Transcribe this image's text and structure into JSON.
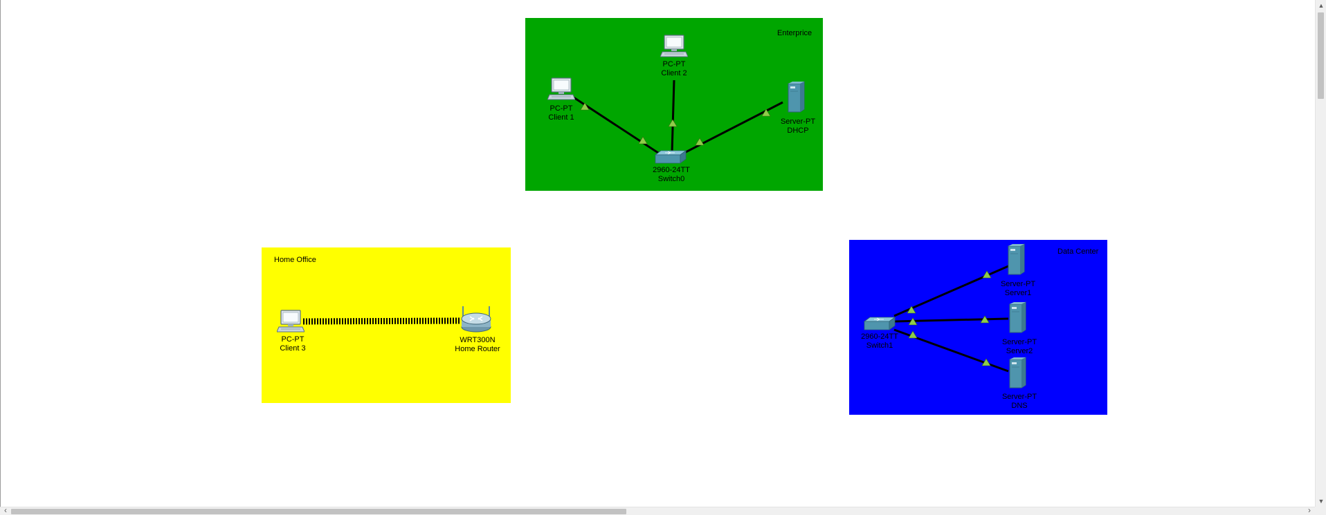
{
  "clusters": {
    "enterprise": {
      "title": "Enterprice",
      "color": "#00a600",
      "devices": {
        "client1": {
          "model": "PC-PT",
          "name": "Client 1"
        },
        "client2": {
          "model": "PC-PT",
          "name": "Client 2"
        },
        "dhcp": {
          "model": "Server-PT",
          "name": "DHCP"
        },
        "switch0": {
          "model": "2960-24TT",
          "name": "Switch0"
        }
      }
    },
    "home_office": {
      "title": "Home Office",
      "color": "#ffff00",
      "devices": {
        "client3": {
          "model": "PC-PT",
          "name": "Client 3"
        },
        "router": {
          "model": "WRT300N",
          "name": "Home Router"
        }
      }
    },
    "data_center": {
      "title": "Data Center",
      "color": "#0000ff",
      "devices": {
        "switch1": {
          "model": "2960-24TT",
          "name": "Switch1"
        },
        "server1": {
          "model": "Server-PT",
          "name": "Server1"
        },
        "server2": {
          "model": "Server-PT",
          "name": "Server2"
        },
        "dns": {
          "model": "Server-PT",
          "name": "DNS"
        }
      }
    }
  },
  "link_status_color": "#8fcc4a",
  "icons": {
    "pc": "pc-icon",
    "server": "server-icon",
    "switch": "switch-icon",
    "router": "wireless-router-icon"
  },
  "scrollbars": {
    "up_arrow": "▲",
    "down_arrow": "▼",
    "left_arrow": "‹",
    "right_arrow": "›"
  }
}
